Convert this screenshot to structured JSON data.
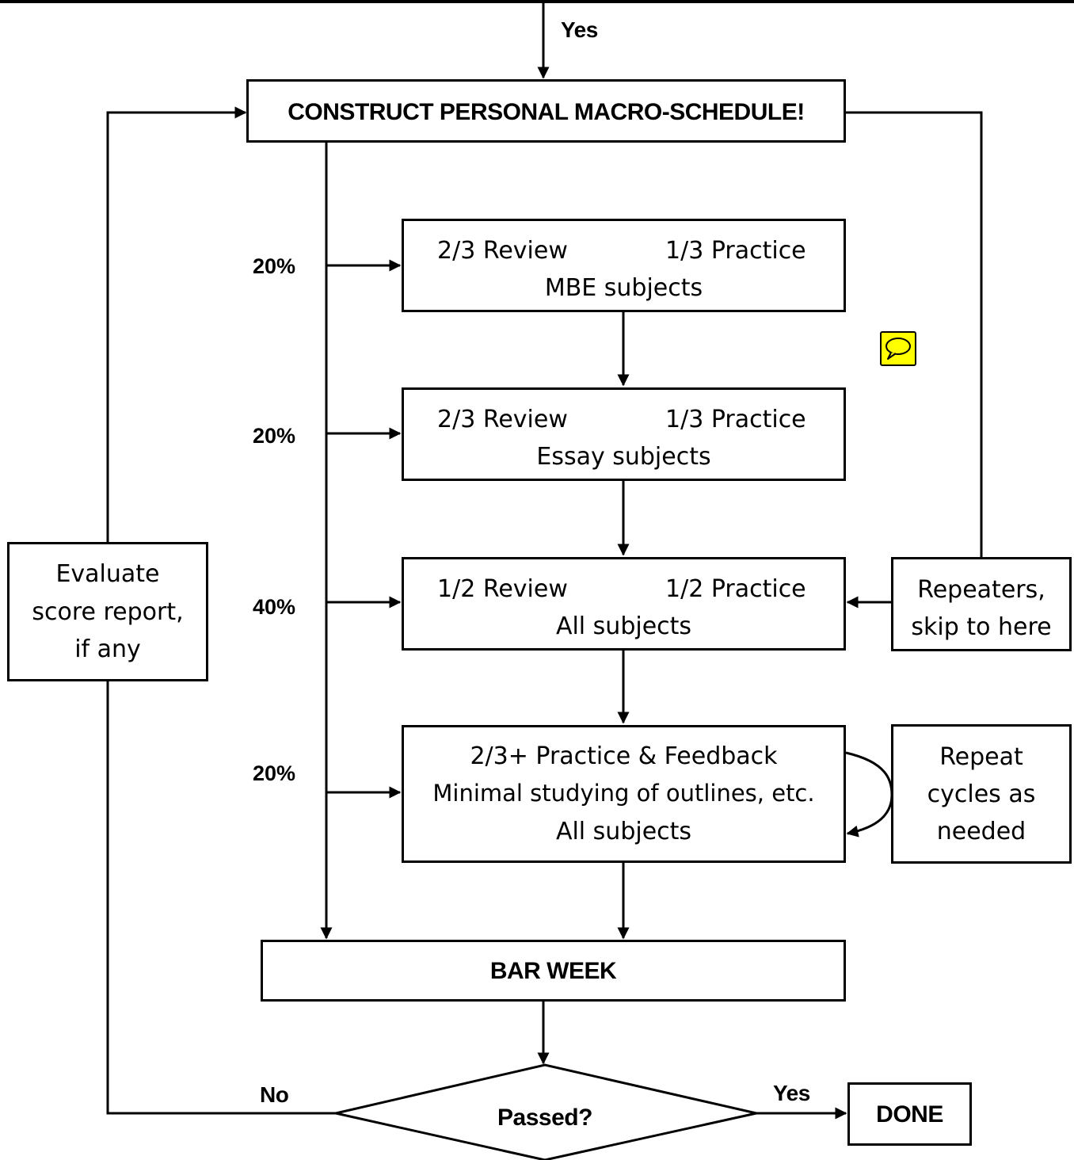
{
  "top_yes": "Yes",
  "construct": "CONSTRUCT PERSONAL MACRO-SCHEDULE!",
  "stages": [
    {
      "pct": "20%",
      "left": "2/3 Review",
      "right": "1/3 Practice",
      "sub": "MBE subjects"
    },
    {
      "pct": "20%",
      "left": "2/3 Review",
      "right": "1/3 Practice",
      "sub": "Essay subjects"
    },
    {
      "pct": "40%",
      "left": "1/2 Review",
      "right": "1/2 Practice",
      "sub": "All subjects"
    },
    {
      "pct": "20%",
      "lines": [
        "2/3+ Practice & Feedback",
        "Minimal studying of outlines, etc.",
        "All subjects"
      ]
    }
  ],
  "evaluate": [
    "Evaluate",
    "score report,",
    "if any"
  ],
  "repeaters": [
    "Repeaters,",
    "skip to here"
  ],
  "repeat": [
    "Repeat",
    "cycles as",
    "needed"
  ],
  "bar_week": "BAR WEEK",
  "decision": {
    "label": "Passed?",
    "no": "No",
    "yes": "Yes"
  },
  "done": "DONE",
  "icons": {
    "comment": "comment-icon"
  },
  "colors": {
    "line": "#000000",
    "comment_icon_fill": "#ffff00",
    "background": "#ffffff"
  }
}
